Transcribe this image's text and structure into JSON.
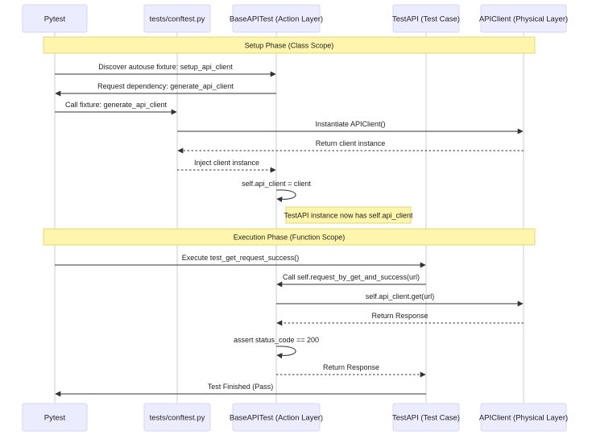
{
  "actors": [
    {
      "id": "pytest",
      "label": "Pytest"
    },
    {
      "id": "conftest",
      "label": "tests/conftest.py"
    },
    {
      "id": "base",
      "label": "BaseAPITest (Action Layer)"
    },
    {
      "id": "testapi",
      "label": "TestAPI (Test Case)"
    },
    {
      "id": "client",
      "label": "APIClient (Physical Layer)"
    }
  ],
  "notes": [
    {
      "text": "Setup Phase (Class Scope)",
      "from": "pytest",
      "to": "client",
      "kind": "phase"
    },
    {
      "text": "TestAPI instance now has self.api_client",
      "from": "base",
      "to": "base",
      "kind": "note"
    },
    {
      "text": "Execution Phase (Function Scope)",
      "from": "pytest",
      "to": "client",
      "kind": "phase"
    }
  ],
  "messages": [
    {
      "from": "pytest",
      "to": "base",
      "text": "Discover autouse fixture: setup_api_client",
      "style": "solid"
    },
    {
      "from": "base",
      "to": "pytest",
      "text": "Request dependency: generate_api_client",
      "style": "solid"
    },
    {
      "from": "pytest",
      "to": "conftest",
      "text": "Call fixture: generate_api_client",
      "style": "solid"
    },
    {
      "from": "conftest",
      "to": "client",
      "text": "Instantiate APIClient()",
      "style": "solid"
    },
    {
      "from": "client",
      "to": "conftest",
      "text": "Return client instance",
      "style": "dashed"
    },
    {
      "from": "conftest",
      "to": "base",
      "text": "Inject client instance",
      "style": "dashed"
    },
    {
      "from": "base",
      "to": "base",
      "text": "self.api_client = client",
      "style": "solid"
    },
    {
      "from": "pytest",
      "to": "testapi",
      "text": "Execute test_get_request_success()",
      "style": "solid"
    },
    {
      "from": "testapi",
      "to": "base",
      "text": "Call self.request_by_get_and_success(url)",
      "style": "solid"
    },
    {
      "from": "base",
      "to": "client",
      "text": "self.api_client.get(url)",
      "style": "solid"
    },
    {
      "from": "client",
      "to": "base",
      "text": "Return Response",
      "style": "dashed"
    },
    {
      "from": "base",
      "to": "base",
      "text": "assert status_code == 200",
      "style": "solid"
    },
    {
      "from": "base",
      "to": "testapi",
      "text": "Return Response",
      "style": "dashed"
    },
    {
      "from": "testapi",
      "to": "pytest",
      "text": "Test Finished (Pass)",
      "style": "solid"
    }
  ]
}
